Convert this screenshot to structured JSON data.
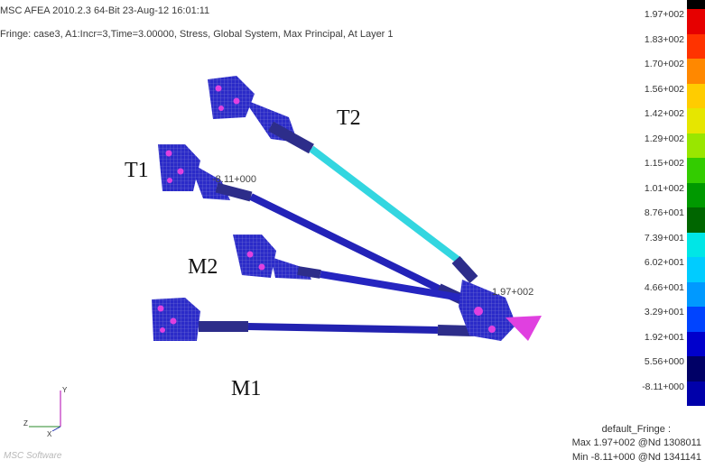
{
  "header": {
    "line1": "MSC AFEA 2010.2.3 64-Bit 23-Aug-12 16:01:11",
    "line2": "Fringe: case3, A1:Incr=3,Time=3.00000, Stress, Global System, Max Principal, At Layer 1"
  },
  "members": {
    "t2": "T2",
    "t1": "T1",
    "m2": "M2",
    "m1": "M1"
  },
  "node_labels": {
    "min": "-8.11+000",
    "max": "1.97+002"
  },
  "legend": {
    "values": [
      "1.97+002",
      "1.83+002",
      "1.70+002",
      "1.56+002",
      "1.42+002",
      "1.29+002",
      "1.15+002",
      "1.01+002",
      "8.76+001",
      "7.39+001",
      "6.02+001",
      "4.66+001",
      "3.29+001",
      "1.92+001",
      "5.56+000",
      "-8.11+000"
    ],
    "colors": [
      "#000000",
      "#e60000",
      "#ff3300",
      "#ff8800",
      "#ffcc00",
      "#e6e600",
      "#99e600",
      "#33cc00",
      "#009900",
      "#006600",
      "#00e6e6",
      "#00ccff",
      "#0099ff",
      "#0044ff",
      "#0000cc",
      "#000066",
      "#0000aa"
    ]
  },
  "footer": {
    "title": "default_Fringe :",
    "max": "Max 1.97+002 @Nd 1308011",
    "min": "Min -8.11+000 @Nd 1341141"
  },
  "triad": {
    "x": "X",
    "y": "Y",
    "z": "Z"
  },
  "logo": "MSC Software"
}
